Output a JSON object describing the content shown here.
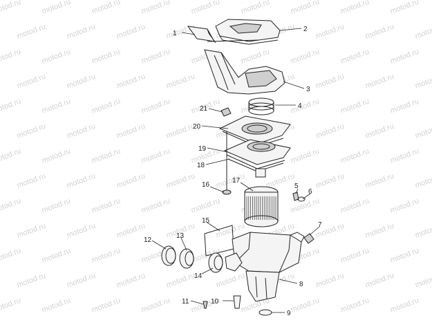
{
  "watermark": {
    "text": "motod.ru",
    "color": "#d2d2d2"
  },
  "callouts": [
    "1",
    "2",
    "3",
    "4",
    "5",
    "6",
    "7",
    "8",
    "9",
    "10",
    "11",
    "12",
    "13",
    "14",
    "15",
    "16",
    "17",
    "18",
    "19",
    "20",
    "21"
  ],
  "colors": {
    "line": "#222222",
    "background": "#ffffff"
  }
}
